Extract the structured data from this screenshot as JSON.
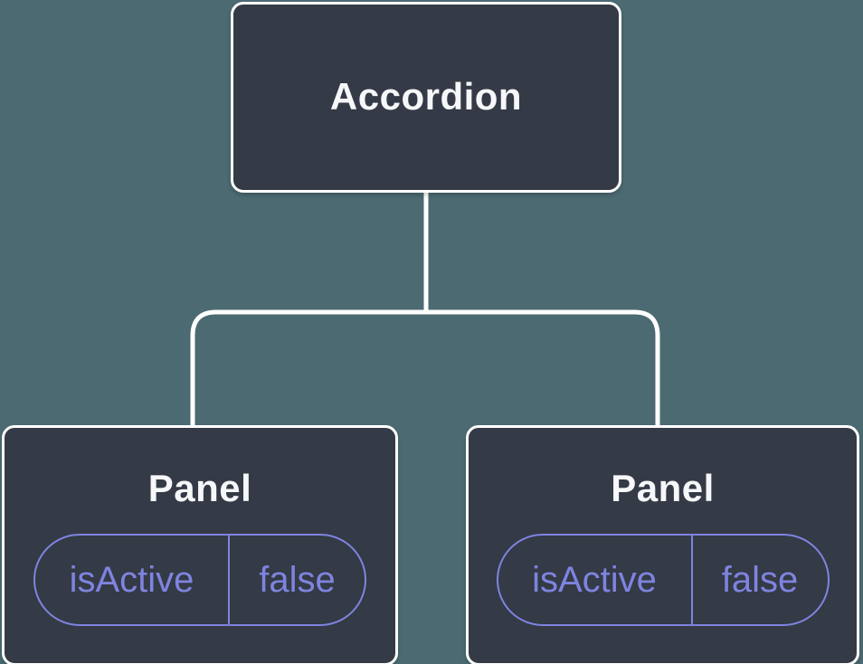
{
  "diagram": {
    "root_node": {
      "label": "Accordion"
    },
    "child_nodes": [
      {
        "label": "Panel",
        "prop_name": "isActive",
        "prop_value": "false"
      },
      {
        "label": "Panel",
        "prop_name": "isActive",
        "prop_value": "false"
      }
    ],
    "colors": {
      "background": "#4c6a72",
      "node_fill": "#343a46",
      "node_border": "#ffffff",
      "connector_line": "#ffffff",
      "prop_accent": "#7e84df",
      "label_text": "#f6f7f9"
    }
  }
}
